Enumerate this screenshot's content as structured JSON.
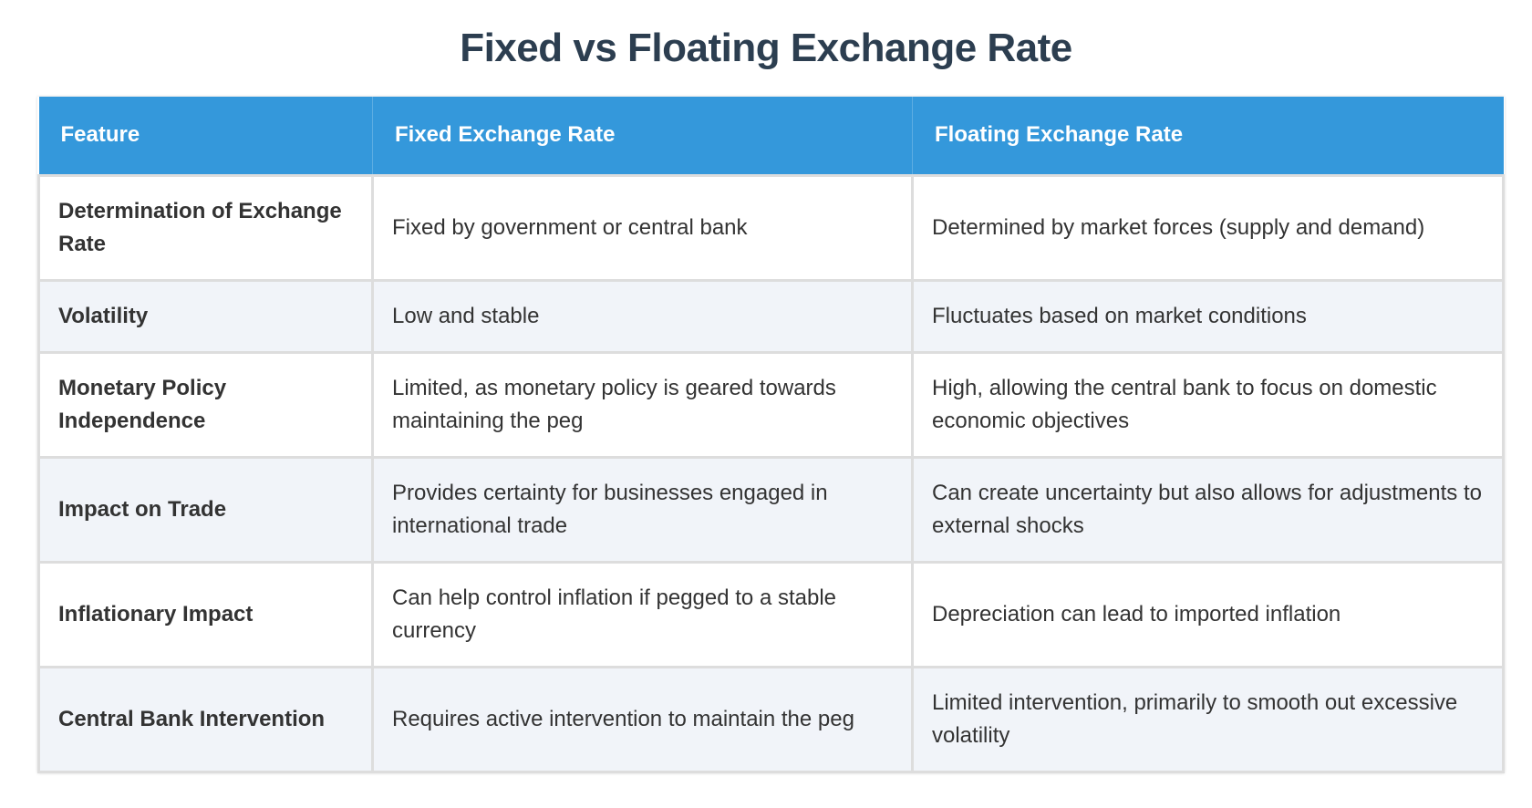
{
  "title": "Fixed vs Floating Exchange Rate",
  "colors": {
    "header_bg": "#3498db",
    "title_text": "#2c3e50",
    "stripe_bg": "#f1f4f9",
    "border": "#dddddd"
  },
  "table": {
    "headers": [
      "Feature",
      "Fixed Exchange Rate",
      "Floating Exchange Rate"
    ],
    "rows": [
      {
        "feature": "Determination of Exchange Rate",
        "fixed": "Fixed by government or central bank",
        "floating": "Determined by market forces (supply and demand)"
      },
      {
        "feature": "Volatility",
        "fixed": "Low and stable",
        "floating": "Fluctuates based on market conditions"
      },
      {
        "feature": "Monetary Policy Independence",
        "fixed": "Limited, as monetary policy is geared towards maintaining the peg",
        "floating": "High, allowing the central bank to focus on domestic economic objectives"
      },
      {
        "feature": "Impact on Trade",
        "fixed": "Provides certainty for businesses engaged in international trade",
        "floating": "Can create uncertainty but also allows for adjustments to external shocks"
      },
      {
        "feature": "Inflationary Impact",
        "fixed": "Can help control inflation if pegged to a stable currency",
        "floating": "Depreciation can lead to imported inflation"
      },
      {
        "feature": "Central Bank Intervention",
        "fixed": "Requires active intervention to maintain the peg",
        "floating": "Limited intervention, primarily to smooth out excessive volatility"
      }
    ]
  }
}
